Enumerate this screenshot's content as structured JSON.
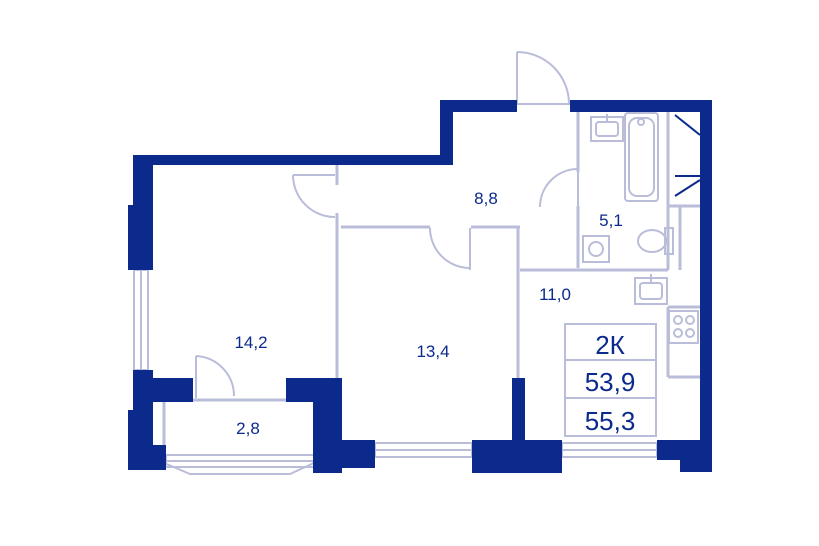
{
  "colors": {
    "wall": "#0b2a8c",
    "partition": "#b9bdd9",
    "fixture": "#b9bdd9",
    "text": "#0b2a8c",
    "background": "#ffffff"
  },
  "rooms": {
    "room_left": "14,2",
    "room_middle": "13,4",
    "hall": "8,8",
    "bathroom": "5,1",
    "kitchen": "11,0",
    "balcony": "2,8"
  },
  "summary": {
    "type": "2К",
    "living_area": "53,9",
    "total_area": "55,3"
  },
  "icons": [
    "door-swing-icon",
    "window-icon",
    "bathtub-icon",
    "toilet-icon",
    "sink-icon",
    "washing-machine-icon",
    "stove-icon"
  ]
}
